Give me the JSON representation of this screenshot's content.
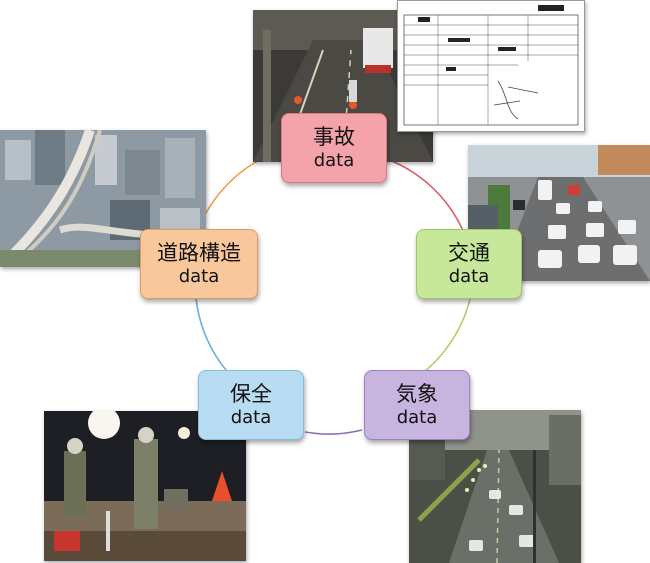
{
  "nodes": [
    {
      "id": "accident",
      "title": "事故",
      "sub": "data",
      "color": "#f3a3a9",
      "border": "#d77b82"
    },
    {
      "id": "traffic",
      "title": "交通",
      "sub": "data",
      "color": "#c7e79b",
      "border": "#9cc76a"
    },
    {
      "id": "weather",
      "title": "気象",
      "sub": "data",
      "color": "#c7b4df",
      "border": "#9a84bd"
    },
    {
      "id": "maintenance",
      "title": "保全",
      "sub": "data",
      "color": "#b8ddf3",
      "border": "#86bde0"
    },
    {
      "id": "road_structure",
      "title": "道路構造",
      "sub": "data",
      "color": "#f8c89c",
      "border": "#e09c5e"
    }
  ],
  "ring_colors": [
    "#d9606a",
    "#b7cc66",
    "#8d6fb3",
    "#6aaee0",
    "#f0a050"
  ]
}
